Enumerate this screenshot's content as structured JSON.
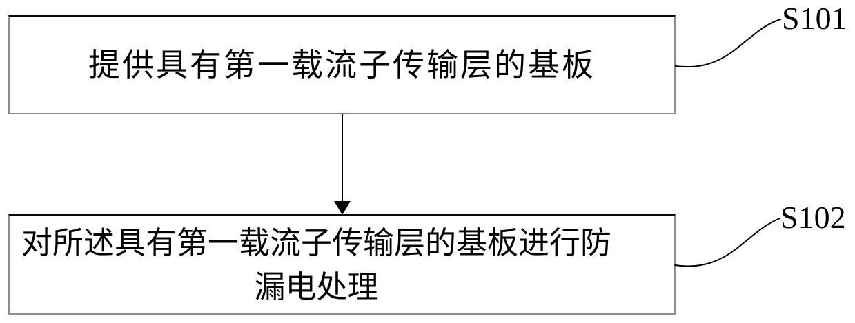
{
  "figure": {
    "type": "flowchart",
    "steps": [
      {
        "id": "S101",
        "text": "提供具有第一载流子传输层的基板"
      },
      {
        "id": "S102",
        "text": "对所述具有第一载流子传输层的基板进行防漏电处理"
      }
    ],
    "connector": {
      "shape": "arrow-down",
      "from": "S101",
      "to": "S102"
    }
  },
  "colors": {
    "background": "#ffffff",
    "line-color": "#000000",
    "text-color": "#000000",
    "box-border-color": "#8c8c8c",
    "box-border-top-color": "#0a0a0a"
  }
}
